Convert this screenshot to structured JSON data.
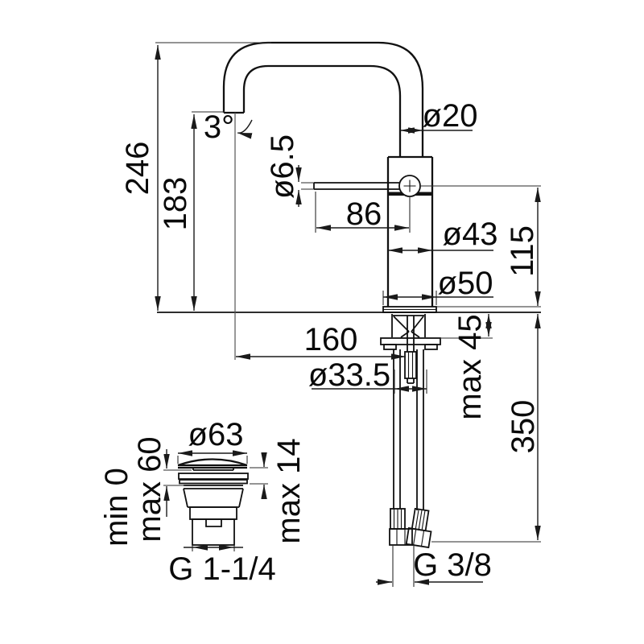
{
  "diagram": {
    "title": "Single-lever basin mixer tap with pop-up waste – dimensional drawing",
    "background": "#ffffff",
    "line_color": "#111111",
    "labels": {
      "total_height": "246",
      "spout_height": "183",
      "spout_angle": "3°",
      "spout_pipe_diameter": "ø20",
      "lever_diameter": "ø6.5",
      "lever_length": "86",
      "body_diameter": "ø43",
      "base_diameter": "ø50",
      "lever_height": "115",
      "spout_reach": "160",
      "mounting_hole_diameter": "ø33.5",
      "deck_thickness": "max 45",
      "hose_length": "350",
      "waste_cap_diameter": "ø63",
      "waste_min": "min 0",
      "waste_max": "max 60",
      "waste_cap_height": "max 14",
      "waste_thread": "G 1-1/4",
      "hose_thread": "G 3/8"
    }
  }
}
